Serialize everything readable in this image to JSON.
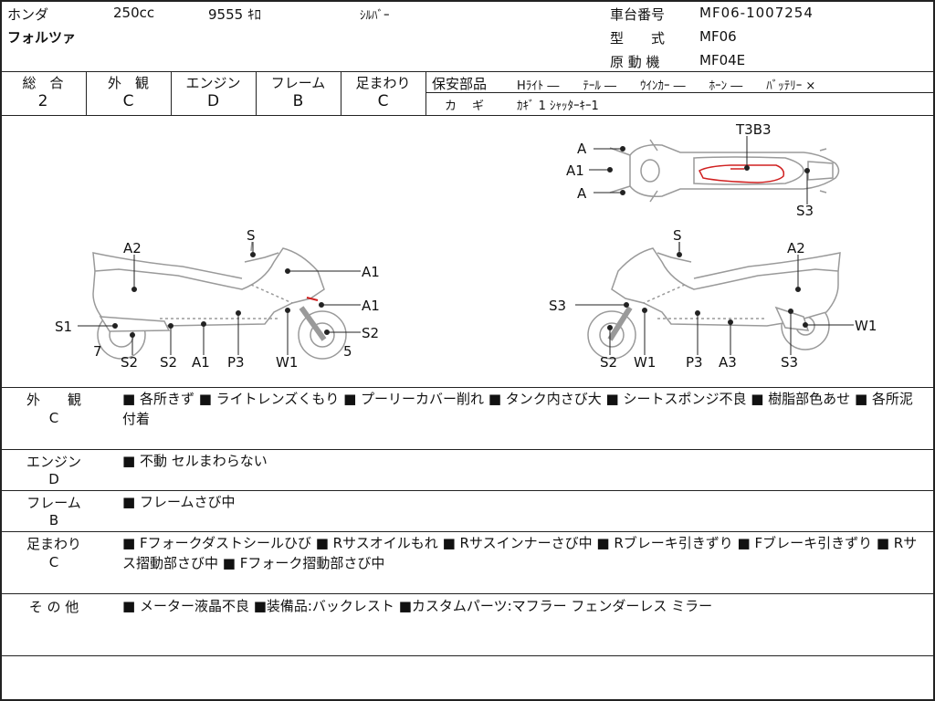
{
  "header": {
    "maker": "ホンダ",
    "displacement": "250cc",
    "mileage": "9555 ｷﾛ",
    "color": "ｼﾙﾊﾞｰ",
    "model_name": "フォルツァ",
    "frame_no_label": "車台番号",
    "frame_no": "MF06-1007254",
    "type_label": "型　　式",
    "type": "MF06",
    "engine_label": "原 動 機",
    "engine": "MF04E"
  },
  "grades": [
    {
      "label": "総　合",
      "value": "2"
    },
    {
      "label": "外　観",
      "value": "C"
    },
    {
      "label": "エンジン",
      "value": "D"
    },
    {
      "label": "フレーム",
      "value": "B"
    },
    {
      "label": "足まわり",
      "value": "C"
    }
  ],
  "safety": {
    "label": "保安部品",
    "items": "Hﾗｲﾄ ―　　ﾃｰﾙ ―　　ｳｲﾝｶｰ ―　　ﾎｰﾝ ―　　ﾊﾞｯﾃﾘｰ ×",
    "key_label": "カ　ギ",
    "key_value": "ｶｷﾞ 1 ｼｬｯﾀｰｷｰ1"
  },
  "diagram": {
    "top_view": [
      "A",
      "A1",
      "A",
      "T3B3",
      "S3"
    ],
    "left_view": [
      "S",
      "A2",
      "A1",
      "A1",
      "S1",
      "S2",
      "7",
      "5",
      "S2",
      "S2",
      "A1",
      "P3",
      "W1"
    ],
    "right_view": [
      "S",
      "A2",
      "S3",
      "W1",
      "S2",
      "W1",
      "P3",
      "A3",
      "S3"
    ]
  },
  "remarks": [
    {
      "category": "外　　観",
      "grade": "C",
      "text": "■ 各所きず ■ ライトレンズくもり ■ プーリーカバー削れ ■ タンク内さび大 ■ シートスポンジ不良 ■ 樹脂部色あせ ■ 各所泥付着"
    },
    {
      "category": "エンジン",
      "grade": "D",
      "text": "■ 不動 セルまわらない"
    },
    {
      "category": "フレーム",
      "grade": "B",
      "text": "■ フレームさび中"
    },
    {
      "category": "足まわり",
      "grade": "C",
      "text": "■ Fフォークダストシールひび ■ Rサスオイルもれ ■ Rサスインナーさび中 ■ Rブレーキ引きずり ■ Fブレーキ引きずり ■ Rサス摺動部さび中 ■ Fフォーク摺動部さび中"
    },
    {
      "category": "そ の 他",
      "grade": "",
      "text": "■ メーター液晶不良 ■装備品:バックレスト ■カスタムパーツ:マフラー フェンダーレス ミラー"
    }
  ],
  "colors": {
    "line": "#222222",
    "bike_outline": "#9a9a9a",
    "damage_mark": "#d02020"
  }
}
